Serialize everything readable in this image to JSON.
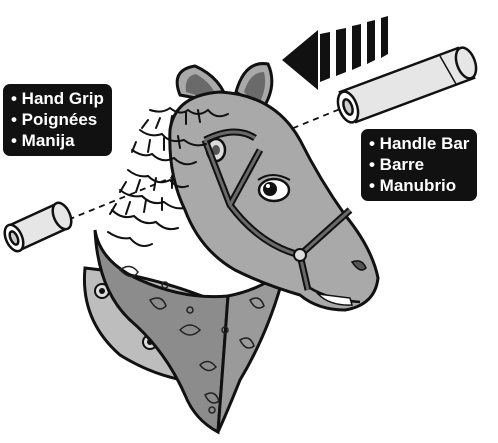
{
  "labels": {
    "hand_grip": [
      "• Hand Grip",
      "• Poignées",
      "• Manija"
    ],
    "handle_bar": [
      "• Handle Bar",
      "• Barre",
      "• Manubrio"
    ]
  },
  "colors": {
    "head_gray": "#a9a9a9",
    "dark_gray": "#6a6a6a",
    "outline": "#111111",
    "label_bg": "#111111",
    "label_text": "#ffffff",
    "bandana": "#8c8c8c"
  },
  "icons": [
    "direction-arrow",
    "handle-bar-tube",
    "hand-grip-tube",
    "horse-head",
    "bandana",
    "bridle"
  ]
}
